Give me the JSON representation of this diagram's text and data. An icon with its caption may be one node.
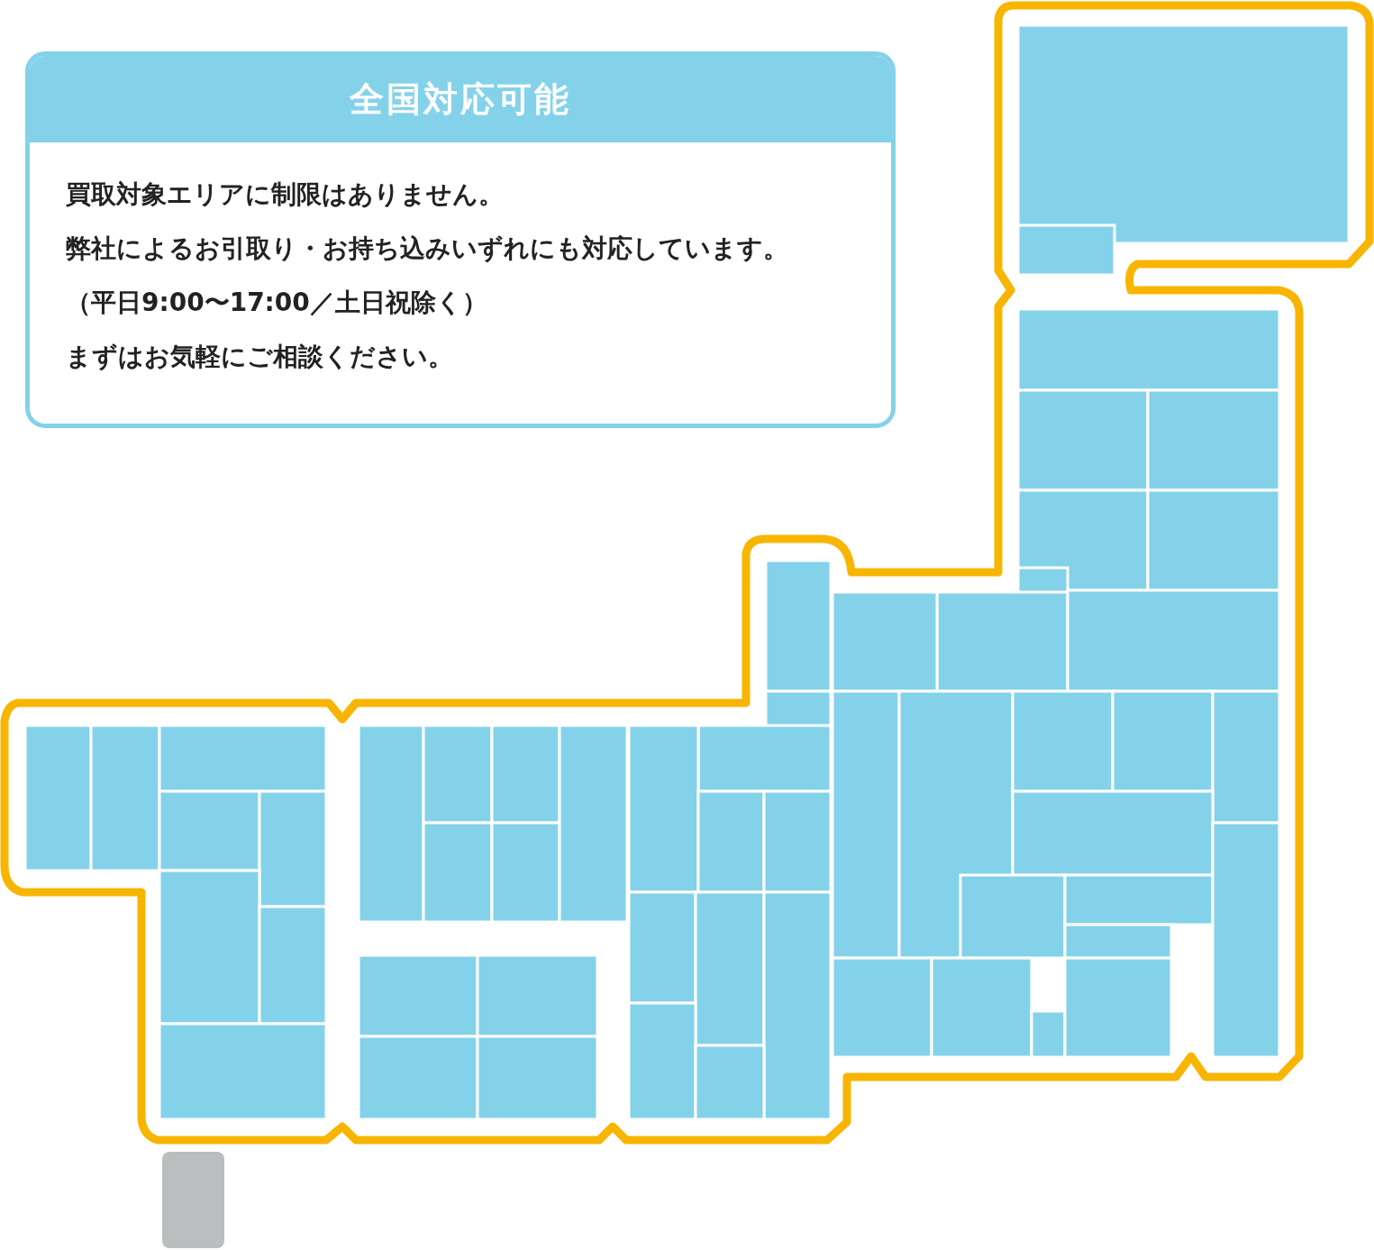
{
  "diagram": {
    "nodes": [
      {
        "text": [
          "全国対応可能",
          "買取対象エリアに制限はありません。",
          "弊社によるお引取り・お持ち込みいずれにも対応しています。",
          "（平日9:00〜17:00／土日祝除く）",
          "まずはお気軽にご相談ください。"
        ]
      }
    ]
  }
}
